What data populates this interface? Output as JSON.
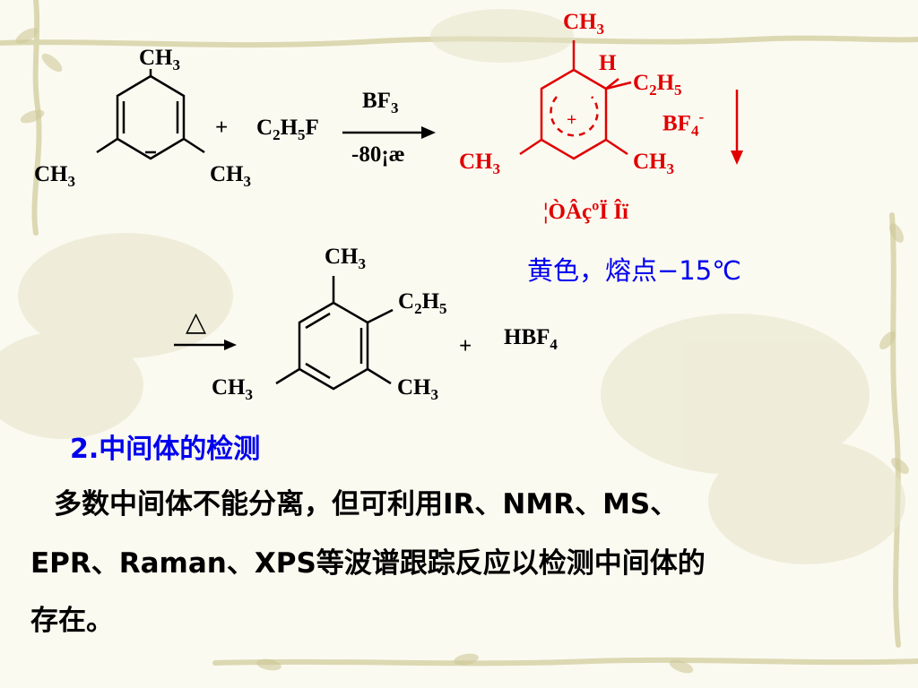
{
  "reaction1": {
    "reactant": {
      "top": "CH3",
      "left": "CH3",
      "right": "CH3"
    },
    "plus": "+",
    "reagent": "C2H5F",
    "catalyst": "BF3",
    "temperature": "-80¡æ",
    "intermediate": {
      "top": "CH3",
      "h": "H",
      "ethyl": "C2H5",
      "counterion": "BF4",
      "charge_minus": "-",
      "charge_plus": "+",
      "left": "CH3",
      "right": "CH3",
      "garbled_label": "¦ÒÂçºÏ Îï"
    },
    "note": "黄色，熔点−15℃"
  },
  "reaction2": {
    "heat_symbol": "△",
    "product": {
      "top": "CH3",
      "ethyl": "C2H5",
      "left": "CH3",
      "right": "CH3"
    },
    "plus": "+",
    "byproduct": "HBF4"
  },
  "section": {
    "heading": "2.中间体的检测",
    "body_line1": "多数中间体不能分离，但可利用IR、NMR、MS、",
    "body_line2": "EPR、Raman、XPS等波谱跟踪反应以检测中间体的",
    "body_line3": "存在。"
  },
  "colors": {
    "red": "#e00000",
    "blue": "#0000ee",
    "black": "#000000",
    "background": "#fbfaf1",
    "vine": "#c9c79a"
  }
}
